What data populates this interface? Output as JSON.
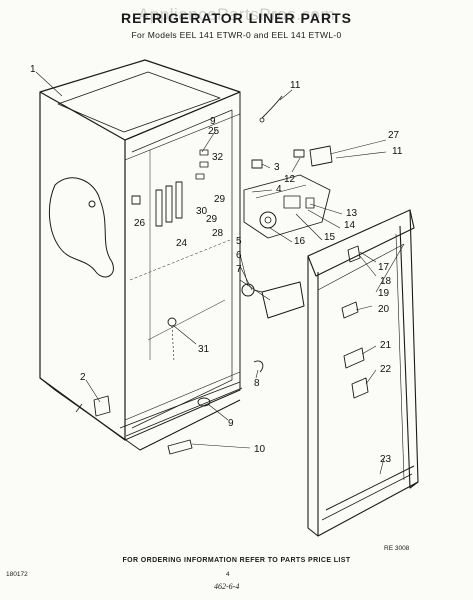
{
  "watermark": "AppliancePartsPros.com",
  "title": "REFRIGERATOR LINER PARTS",
  "subtitle": "For Models EEL 141 ETWR-0 and EEL 141 ETWL-0",
  "footer": "FOR ORDERING INFORMATION REFER TO PARTS PRICE LIST",
  "doc_code": "RE 3008",
  "left_code": "180172",
  "page_number": "4",
  "signature": "462-6-4",
  "callouts": [
    "1",
    "11",
    "27",
    "11",
    "9",
    "25",
    "32",
    "3",
    "12",
    "4",
    "13",
    "14",
    "15",
    "16",
    "29",
    "30",
    "29",
    "28",
    "24",
    "26",
    "5",
    "6",
    "7",
    "17",
    "18",
    "19",
    "20",
    "21",
    "22",
    "31",
    "2",
    "8",
    "9",
    "10",
    "23"
  ]
}
